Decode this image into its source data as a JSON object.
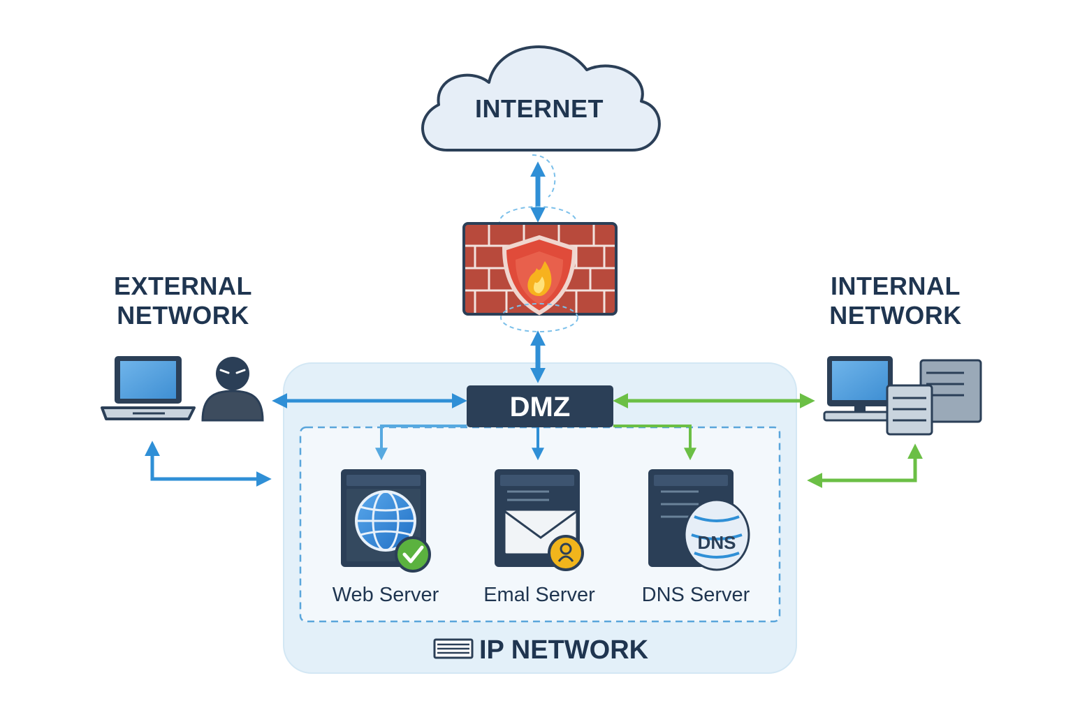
{
  "colors": {
    "blue_link": "#2f8fd6",
    "green_link": "#6bbf45",
    "navy": "#2b3f57",
    "firewall_brick": "#b84a3c",
    "dmz_zone_fill": "#e3f0f9",
    "cloud_fill": "#e6eef7"
  },
  "internet": {
    "label": "INTERNET",
    "icon": "cloud-icon"
  },
  "firewall": {
    "icon": "firewall-shield-flame-icon"
  },
  "dmz": {
    "label": "DMZ"
  },
  "external_network": {
    "line1": "EXTERNAL",
    "line2": "NETWORK",
    "icons": [
      "laptop-icon",
      "hooded-attacker-icon"
    ]
  },
  "internal_network": {
    "line1": "INTERNAL",
    "line2": "NETWORK",
    "icons": [
      "desktop-computer-icon",
      "server-stack-icon"
    ]
  },
  "servers": [
    {
      "label": "Web Server",
      "icon": "globe-icon",
      "badge": "checkmark-badge-icon"
    },
    {
      "label": "Emal Server",
      "icon": "envelope-icon",
      "badge": "user-badge-icon"
    },
    {
      "label": "DNS Server",
      "icon": "dns-database-icon",
      "badge_text": "DNS"
    }
  ],
  "ip_network": {
    "label": "IP NETWORK",
    "icon": "network-card-icon"
  }
}
